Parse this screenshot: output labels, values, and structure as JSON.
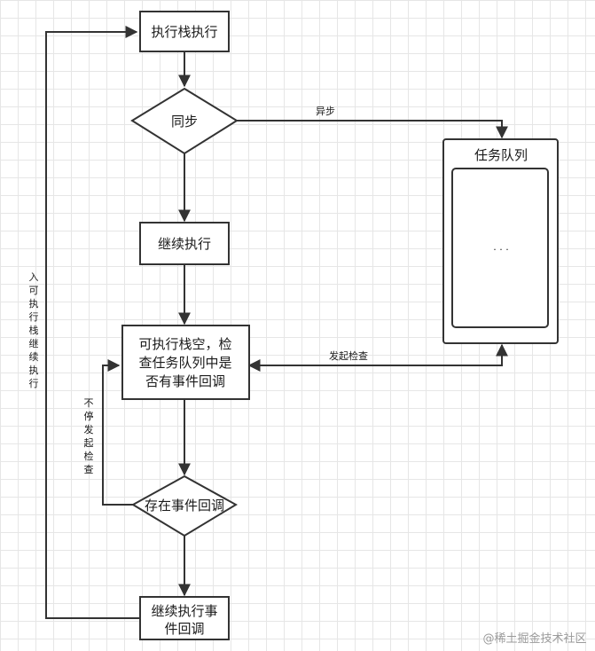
{
  "nodes": {
    "exec_stack": "执行栈执行",
    "sync_decision": "同步",
    "continue_exec": "继续执行",
    "check_box": [
      "可执行栈空，检",
      "查任务队列中是",
      "否有事件回调"
    ],
    "exists_decision": "存在事件回调",
    "continue_event": [
      "继续执行事",
      "件回调"
    ],
    "task_queue_title": "任务队列",
    "task_queue_ellipsis": "· · ·"
  },
  "edges": {
    "async_label": "异步",
    "initiate_check_label": "发起检查",
    "keep_checking_label": [
      "不",
      "停",
      "发",
      "起",
      "检",
      "查"
    ],
    "push_stack_label": [
      "入",
      "可",
      "执",
      "行",
      "栈",
      "继",
      "续",
      "执",
      "行"
    ]
  },
  "watermark": "@稀土掘金技术社区",
  "colors": {
    "stroke": "#333333",
    "text": "#1a1a1a",
    "grid": "#e6e6e6",
    "watermark": "#9a9a9a"
  }
}
